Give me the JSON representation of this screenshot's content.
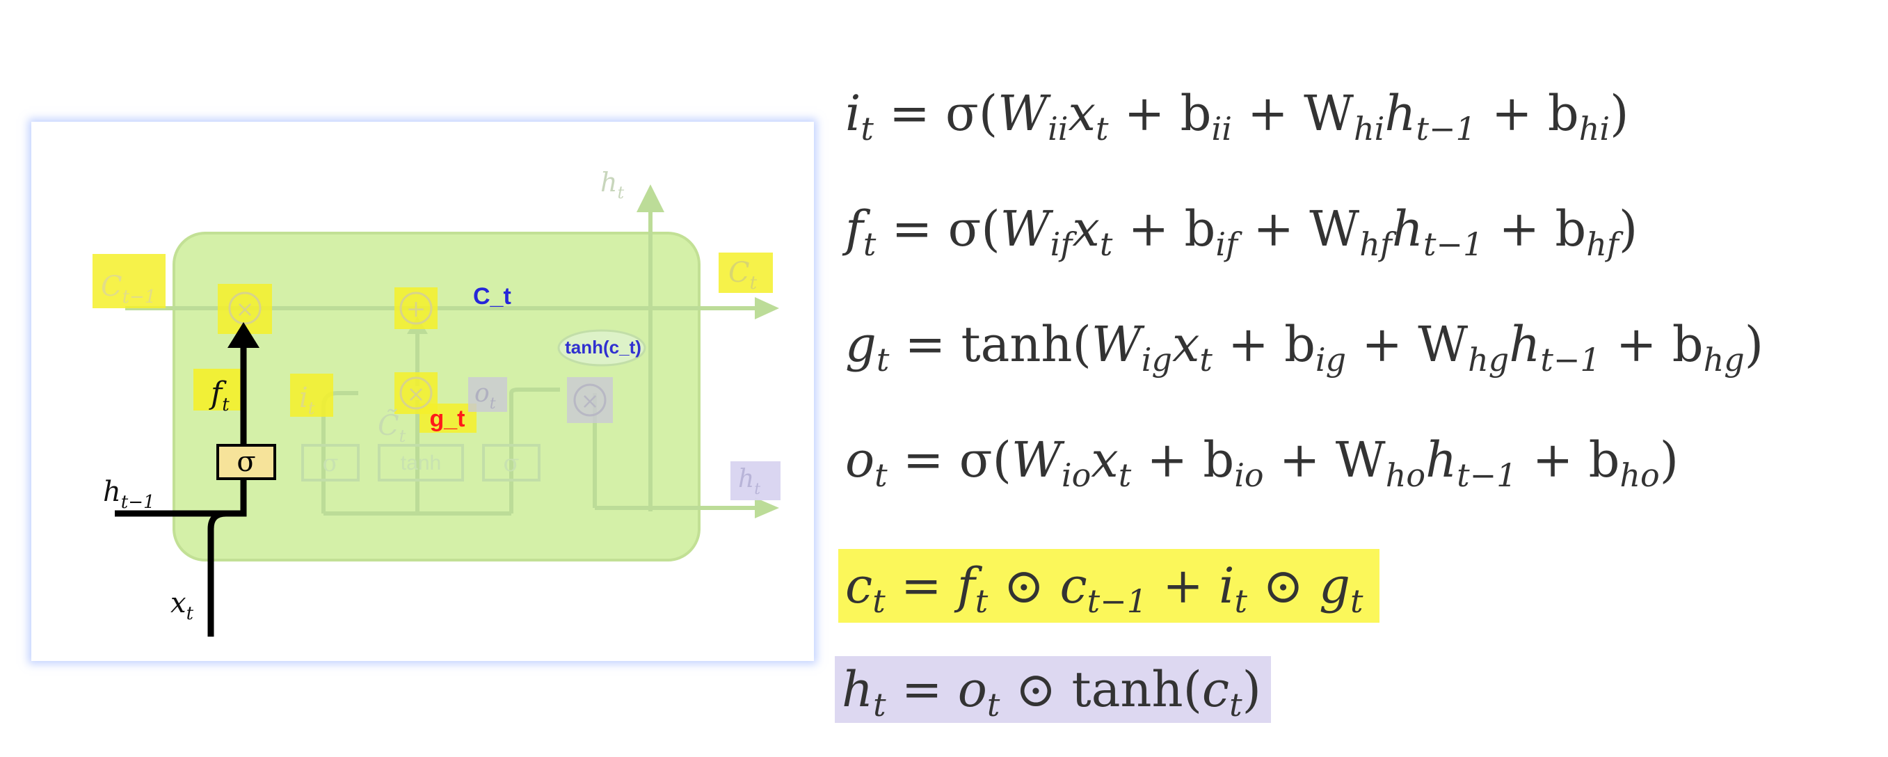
{
  "diagram": {
    "annotations": {
      "c_t": "C_t",
      "tanh_ct": "tanh(c_t)",
      "g_t": "g_t"
    },
    "symbols": {
      "c_prev": "C",
      "c_prev_sub": "t−1",
      "c_out": "C",
      "c_out_sub": "t",
      "h_prev": "h",
      "h_prev_sub": "t−1",
      "x": "x",
      "x_sub": "t",
      "f": "f",
      "f_sub": "t",
      "i": "i",
      "i_sub": "t",
      "o": "o",
      "o_sub": "t",
      "c_tilde": "C̃",
      "c_tilde_sub": "t",
      "h_top": "h",
      "h_top_sub": "t",
      "h_right": "h",
      "h_right_sub": "t",
      "sigma": "σ",
      "tanh": "tanh",
      "times": "×",
      "plus": "+"
    },
    "colors": {
      "cell_fill": "#d4f0a8",
      "highlight_yellow": "#f4f02a",
      "highlight_purple": "#d8d4f0",
      "annotation_blue": "#2626d9",
      "annotation_red": "#ff1a1a"
    }
  },
  "equations": [
    {
      "id": "input_gate",
      "lhs": "i",
      "lhs_sub": "t",
      "rhs_prefix": " = σ(",
      "terms": [
        "W",
        "ii",
        "x",
        "t",
        " + b",
        "ii",
        " + W",
        "hi",
        "h",
        "t−1",
        " + b",
        "hi",
        ")"
      ]
    },
    {
      "id": "forget_gate",
      "lhs": "f",
      "lhs_sub": "t",
      "rhs_prefix": " = σ(",
      "terms": [
        "W",
        "if",
        "x",
        "t",
        " + b",
        "if",
        " + W",
        "hf",
        "h",
        "t−1",
        " + b",
        "hf",
        ")"
      ]
    },
    {
      "id": "cell_candidate",
      "lhs": "g",
      "lhs_sub": "t",
      "rhs_prefix": " = tanh(",
      "terms": [
        "W",
        "ig",
        "x",
        "t",
        " + b",
        "ig",
        " + W",
        "hg",
        "h",
        "t−1",
        " + b",
        "hg",
        ")"
      ]
    },
    {
      "id": "output_gate",
      "lhs": "o",
      "lhs_sub": "t",
      "rhs_prefix": " = σ(",
      "terms": [
        "W",
        "io",
        "x",
        "t",
        " + b",
        "io",
        " + W",
        "ho",
        "h",
        "t−1",
        " + b",
        "ho",
        ")"
      ]
    },
    {
      "id": "cell_state",
      "lhs": "c",
      "lhs_sub": "t",
      "rhs": [
        " = ",
        "f",
        "t",
        " ⊙ ",
        "c",
        "t−1",
        " + ",
        "i",
        "t",
        " ⊙ ",
        "g",
        "t"
      ]
    },
    {
      "id": "hidden_state",
      "lhs": "h",
      "lhs_sub": "t",
      "rhs": [
        " = ",
        "o",
        "t",
        " ⊙ tanh(",
        "c",
        "t",
        ")"
      ]
    }
  ]
}
